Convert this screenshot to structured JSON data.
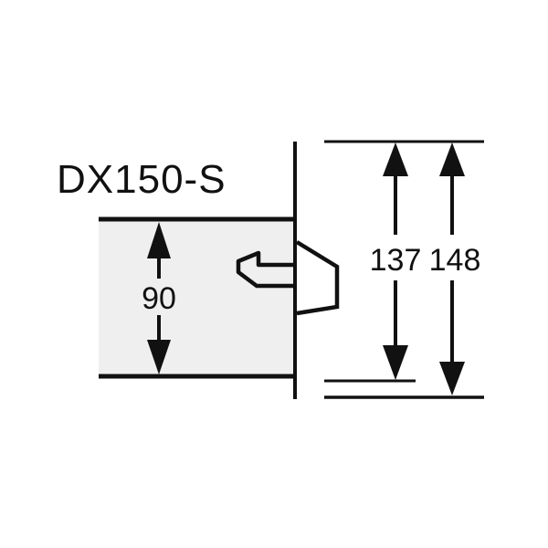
{
  "diagram": {
    "model": "DX150-S",
    "dimensions": {
      "inner_height": "90",
      "mount_height": "137",
      "total_height": "148"
    },
    "colors": {
      "line": "#111111",
      "panel_fill": "#efefef",
      "background": "#ffffff"
    }
  }
}
